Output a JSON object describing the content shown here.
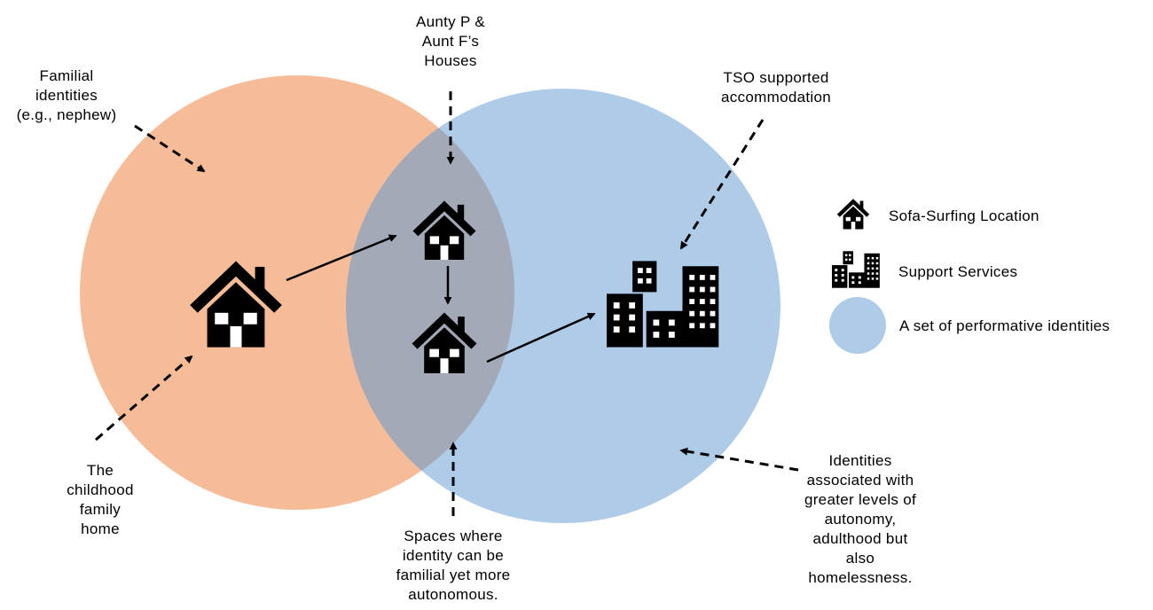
{
  "colors": {
    "left_circle": "#f5bc97",
    "right_circle": "#aecbe8",
    "overlap": "#a4a9b7",
    "ink": "#000000"
  },
  "labels": {
    "familial_identities": "Familial\nidentities\n(e.g., nephew)",
    "aunt_houses": "Aunty P &\nAunt F’s\nHouses",
    "tso_accommodation": "TSO supported\naccommodation",
    "childhood_home": "The\nchildhood\nfamily\nhome",
    "overlap_spaces": "Spaces where\nidentity can be\nfamilial yet more\nautonomous.",
    "autonomy_identities": "Identities\nassociated with\ngreater levels of\nautonomy,\nadulthood but\nalso\nhomelessness."
  },
  "legend": {
    "sofa_surfing": {
      "icon": "house-icon",
      "label": "Sofa-Surfing Location"
    },
    "support_services": {
      "icon": "buildings-icon",
      "label": "Support Services"
    },
    "identity_set": {
      "icon": "blue-circle-icon",
      "label": "A set of performative identities"
    }
  }
}
